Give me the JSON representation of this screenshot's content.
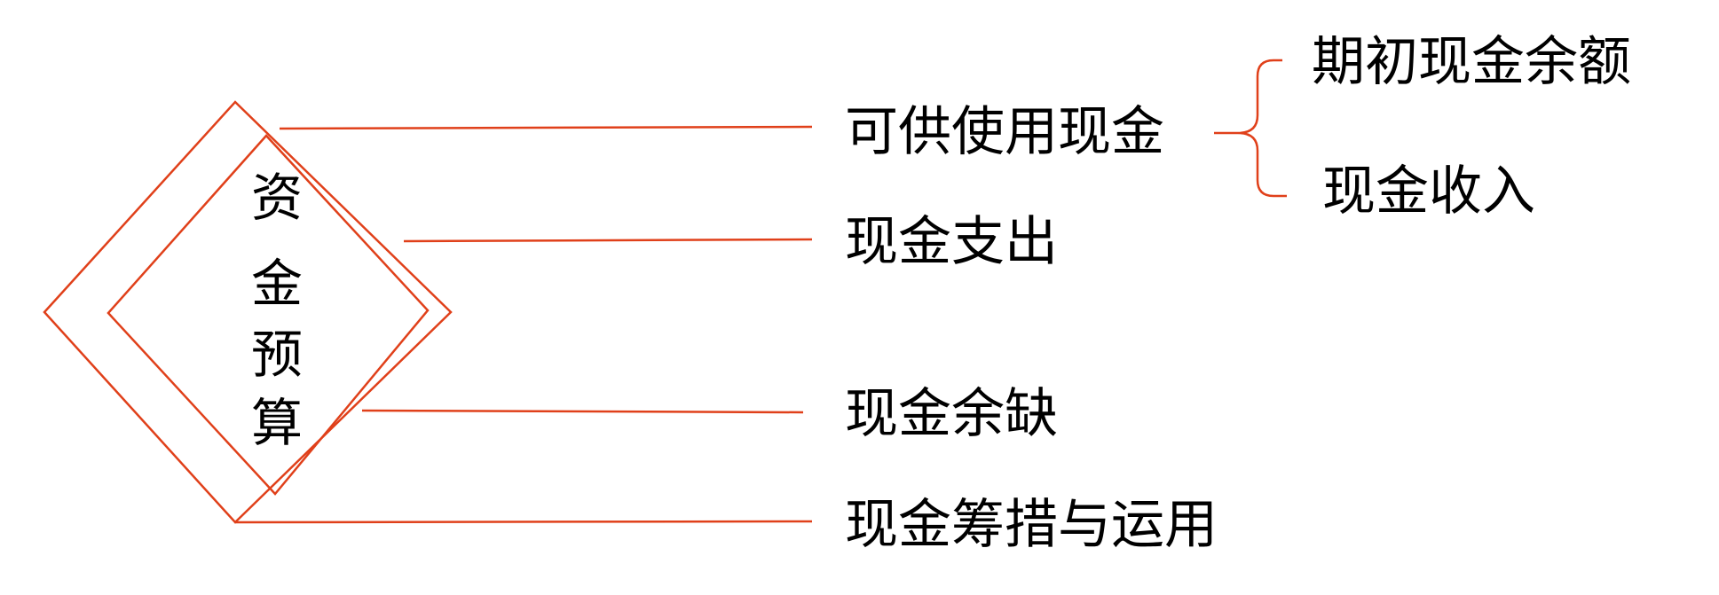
{
  "diagram": {
    "center_title": [
      "资",
      "金",
      "预",
      "算"
    ],
    "branches": [
      {
        "label": "可供使用现金"
      },
      {
        "label": "现金支出"
      },
      {
        "label": "现金余缺"
      },
      {
        "label": "现金筹措与运用"
      }
    ],
    "sub_branches": [
      {
        "label": "期初现金余额"
      },
      {
        "label": "现金收入"
      }
    ],
    "colors": {
      "line": "#e0401a",
      "text": "#000000",
      "background": "#ffffff"
    }
  }
}
